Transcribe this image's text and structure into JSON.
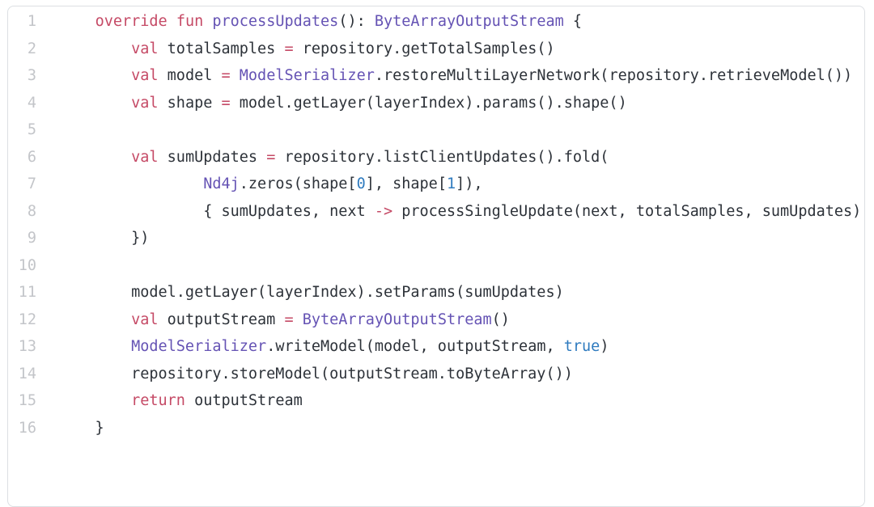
{
  "editor": {
    "colors": {
      "keyword_operator": "#c54a66",
      "type_function": "#6553b4",
      "constant": "#2f7bbf",
      "text": "#2d3239",
      "line_number": "#c3c5c9",
      "border": "#dcdfe3",
      "background": "#ffffff"
    },
    "lines": [
      {
        "number": "1",
        "tokens": [
          [
            "d",
            "    "
          ],
          [
            "k",
            "override"
          ],
          [
            "d",
            " "
          ],
          [
            "k",
            "fun"
          ],
          [
            "d",
            " "
          ],
          [
            "p",
            "processUpdates"
          ],
          [
            "d",
            "(): "
          ],
          [
            "p",
            "ByteArrayOutputStream"
          ],
          [
            "d",
            " {"
          ]
        ]
      },
      {
        "number": "2",
        "tokens": [
          [
            "d",
            "        "
          ],
          [
            "k",
            "val"
          ],
          [
            "d",
            " totalSamples "
          ],
          [
            "k",
            "="
          ],
          [
            "d",
            " repository.getTotalSamples()"
          ]
        ]
      },
      {
        "number": "3",
        "tokens": [
          [
            "d",
            "        "
          ],
          [
            "k",
            "val"
          ],
          [
            "d",
            " model "
          ],
          [
            "k",
            "="
          ],
          [
            "d",
            " "
          ],
          [
            "p",
            "ModelSerializer"
          ],
          [
            "d",
            ".restoreMultiLayerNetwork(repository.retrieveModel())"
          ]
        ]
      },
      {
        "number": "4",
        "tokens": [
          [
            "d",
            "        "
          ],
          [
            "k",
            "val"
          ],
          [
            "d",
            " shape "
          ],
          [
            "k",
            "="
          ],
          [
            "d",
            " model.getLayer(layerIndex).params().shape()"
          ]
        ]
      },
      {
        "number": "5",
        "tokens": []
      },
      {
        "number": "6",
        "tokens": [
          [
            "d",
            "        "
          ],
          [
            "k",
            "val"
          ],
          [
            "d",
            " sumUpdates "
          ],
          [
            "k",
            "="
          ],
          [
            "d",
            " repository.listClientUpdates().fold("
          ]
        ]
      },
      {
        "number": "7",
        "tokens": [
          [
            "d",
            "                "
          ],
          [
            "p",
            "Nd4j"
          ],
          [
            "d",
            ".zeros(shape["
          ],
          [
            "b",
            "0"
          ],
          [
            "d",
            "], shape["
          ],
          [
            "b",
            "1"
          ],
          [
            "d",
            "]),"
          ]
        ]
      },
      {
        "number": "8",
        "tokens": [
          [
            "d",
            "                { sumUpdates, next "
          ],
          [
            "k",
            "->"
          ],
          [
            "d",
            " processSingleUpdate(next, totalSamples, sumUpdates)"
          ]
        ]
      },
      {
        "number": "9",
        "tokens": [
          [
            "d",
            "        })"
          ]
        ]
      },
      {
        "number": "10",
        "tokens": []
      },
      {
        "number": "11",
        "tokens": [
          [
            "d",
            "        model.getLayer(layerIndex).setParams(sumUpdates)"
          ]
        ]
      },
      {
        "number": "12",
        "tokens": [
          [
            "d",
            "        "
          ],
          [
            "k",
            "val"
          ],
          [
            "d",
            " outputStream "
          ],
          [
            "k",
            "="
          ],
          [
            "d",
            " "
          ],
          [
            "p",
            "ByteArrayOutputStream"
          ],
          [
            "d",
            "()"
          ]
        ]
      },
      {
        "number": "13",
        "tokens": [
          [
            "d",
            "        "
          ],
          [
            "p",
            "ModelSerializer"
          ],
          [
            "d",
            ".writeModel(model, outputStream, "
          ],
          [
            "b",
            "true"
          ],
          [
            "d",
            ")"
          ]
        ]
      },
      {
        "number": "14",
        "tokens": [
          [
            "d",
            "        repository.storeModel(outputStream.toByteArray())"
          ]
        ]
      },
      {
        "number": "15",
        "tokens": [
          [
            "d",
            "        "
          ],
          [
            "k",
            "return"
          ],
          [
            "d",
            " outputStream"
          ]
        ]
      },
      {
        "number": "16",
        "tokens": [
          [
            "d",
            "    }"
          ]
        ]
      }
    ]
  }
}
